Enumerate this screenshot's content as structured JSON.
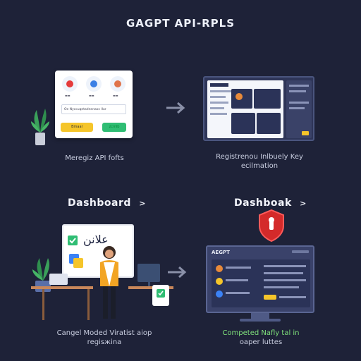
{
  "title": "GAGPT API-RPLS",
  "panel1": {
    "caption": "Meregiz API fofts",
    "field_label": "Oe  Nyccuqetadnenaoc   Ilar",
    "yellow_button": "Bmaal",
    "green_button": "zcmlb"
  },
  "panel2": {
    "caption_line1": "Registrenou Inlbuely Key",
    "caption_line2": "ecilmation"
  },
  "panel3": {
    "heading": "Dashboard",
    "heading_arrow": ">",
    "board_text": "علانن",
    "caption_line1": "Cangel Moded Viratist aiop",
    "caption_line2": "regisжina"
  },
  "panel4": {
    "heading": "Dashboak",
    "heading_arrow": ">",
    "monitor_title": "AEGPT",
    "caption_line1": "Competed Nafly tal in",
    "caption_line2": "oaper luttes"
  },
  "colors": {
    "background": "#1e2238",
    "yellow": "#f5c52a",
    "green": "#2fbd73",
    "shield_red": "#d42a2a",
    "accent_blue": "#3b82f6"
  },
  "icons": [
    "plant-icon",
    "arrow-right-icon",
    "shield-icon",
    "check-icon",
    "avatar-icon",
    "user-icon"
  ]
}
